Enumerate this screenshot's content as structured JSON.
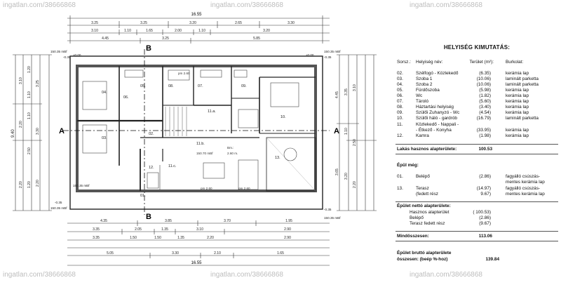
{
  "plan": {
    "dims": {
      "overall_top": "16.55",
      "overall_bottom": "16.55",
      "overall_left": "9.40",
      "row1": [
        "3.25",
        "3.25",
        "3.20",
        "2.65",
        "3.30"
      ],
      "row2": [
        "3.10",
        "1.10",
        "1.65",
        "2.00",
        "1.10",
        "3.20"
      ],
      "row3": [
        "4.45",
        "3.25",
        "5.85"
      ],
      "bottom1": [
        "4.35",
        "3.85",
        "3.70",
        "1.95"
      ],
      "bottom2": [
        "3.35",
        "2.05",
        "1.35",
        "3.10",
        "2.90"
      ],
      "bottom3": [
        "3.35",
        "1.50",
        "1.50",
        "1.35",
        "2.20",
        "2.90"
      ],
      "bottom4": [
        "5.05",
        "3.30",
        "2.10",
        "1.65"
      ],
      "left_col1": [
        "3.10",
        "2.20",
        "2.20"
      ],
      "left_col2": [
        "1.20",
        "1.10",
        "1.10",
        "2.50",
        "1.20"
      ],
      "left_col3": [
        "3.25",
        "3.30",
        "2.20"
      ],
      "right_col1": [
        "4.45",
        "3.65"
      ],
      "right_col2": [
        "3.35",
        "1.10",
        "3.20"
      ],
      "right_col3": [
        "3.10",
        "2.50",
        "2.20"
      ],
      "zero_labels": [
        "±0.00",
        "±0.00"
      ],
      "level_marks": [
        "150.35 mBf",
        "150.35 mBf",
        "150.35 mBf",
        "150.70 mBf",
        "150.35 mBf",
        "150.35 mBf"
      ],
      "minus_labels": [
        "-0.35",
        "-0.35",
        "-0.35",
        "-0.35"
      ]
    },
    "section_marks": {
      "a": "A",
      "b": "B"
    },
    "rooms": {
      "r02": "02.",
      "r03": "03.",
      "r04": "04.",
      "r05": "05.",
      "r06": "06.",
      "r07": "07.",
      "r08": "08.",
      "r09": "09.",
      "r10": "10.",
      "r11a": "11.a.",
      "r11b": "11.b.",
      "r11c": "11.c.",
      "r12": "12.",
      "r13": "13.",
      "r01": "01."
    },
    "room_notes": {
      "note1": "Bm.:",
      "note2": "2.60 m.",
      "ceiling1": "pm 2.60",
      "ceiling2": "pm 2.60",
      "ceiling3": "pm 2.60",
      "level_center": "150.70 mBf"
    }
  },
  "schedule": {
    "title": "HELYISÉG KIMUTATÁS:",
    "headers": {
      "no": "Sorsz.:",
      "name": "Helyiség név:",
      "area": "Terület (m²):",
      "cover": "Burkolat:"
    },
    "rows": [
      {
        "no": "02.",
        "name": "Szélfogó - Közlekedő",
        "area": "(6.35)",
        "cover": "kerámia lap"
      },
      {
        "no": "03.",
        "name": "Szoba 1",
        "area": "(10.06)",
        "cover": "laminált parketta"
      },
      {
        "no": "04.",
        "name": "Szoba 2",
        "area": "(10.06)",
        "cover": "laminált parketta"
      },
      {
        "no": "05.",
        "name": "Fürdőszoba",
        "area": "(5.98)",
        "cover": "kerámia lap"
      },
      {
        "no": "06.",
        "name": "Wc",
        "area": "(1.82)",
        "cover": "kerámia lap"
      },
      {
        "no": "07.",
        "name": "Tároló",
        "area": "(5.60)",
        "cover": "kerámia lap"
      },
      {
        "no": "08.",
        "name": "Háztartási helyiség",
        "area": "(3.40)",
        "cover": "kerámia lap"
      },
      {
        "no": "09.",
        "name": "Szülői Zuhanyzó - Wc",
        "area": "(4.54)",
        "cover": "kerámia lap"
      },
      {
        "no": "10.",
        "name": "Szülői háló - gardrób",
        "area": "(16.79)",
        "cover": "laminált parketta"
      },
      {
        "no": "11.",
        "name": "Közlekedő - Nappali -",
        "area": "",
        "cover": ""
      },
      {
        "no": "",
        "name": "- Étkező - Konyha",
        "area": "(33.95)",
        "cover": "kerámia lap"
      },
      {
        "no": "12.",
        "name": "Kamra",
        "area": "(1.98)",
        "cover": "kerámia lap"
      }
    ],
    "lakas_label": "Lakás hasznos alapterülete:",
    "lakas_value": "100.53",
    "epul_meg": "Épül még:",
    "extra_rows": [
      {
        "no": "01.",
        "name": "Belépő",
        "area": "(2.86)",
        "cover1": "fagyálló csúszás-",
        "cover2": "mentes kerámia lap"
      },
      {
        "no": "13.",
        "name": "Terasz",
        "area": "(14.97)",
        "cover1": "fagyálló csúszás-",
        "cover2": "mentes kerámia lap"
      }
    ],
    "fedett_label": "(fedett rész",
    "fedett_value": "9.67)",
    "netto_title": "Épület nettó alapterülete:",
    "netto_rows": [
      {
        "name": "Hasznos alapterület",
        "area": "( 100.53)"
      },
      {
        "name": "Belépő",
        "area": "(2.86)"
      },
      {
        "name": "Terasz fedett rész",
        "area": "(9.67)"
      }
    ],
    "mindossz_label": "Mindösszesen:",
    "mindossz_value": "113.06",
    "brutto_label1": "Épület bruttó alapterülete",
    "brutto_label2": "összesen: (beép %-hoz)",
    "brutto_value": "139.84"
  },
  "watermarks": [
    "ingatlan.com/38666868",
    "ingatlan.com/38666868",
    "ingatlan.com/38666868",
    "ingatlan.com/38666868",
    "ingatlan.com/38666868",
    "ingatlan.com/38666868"
  ]
}
